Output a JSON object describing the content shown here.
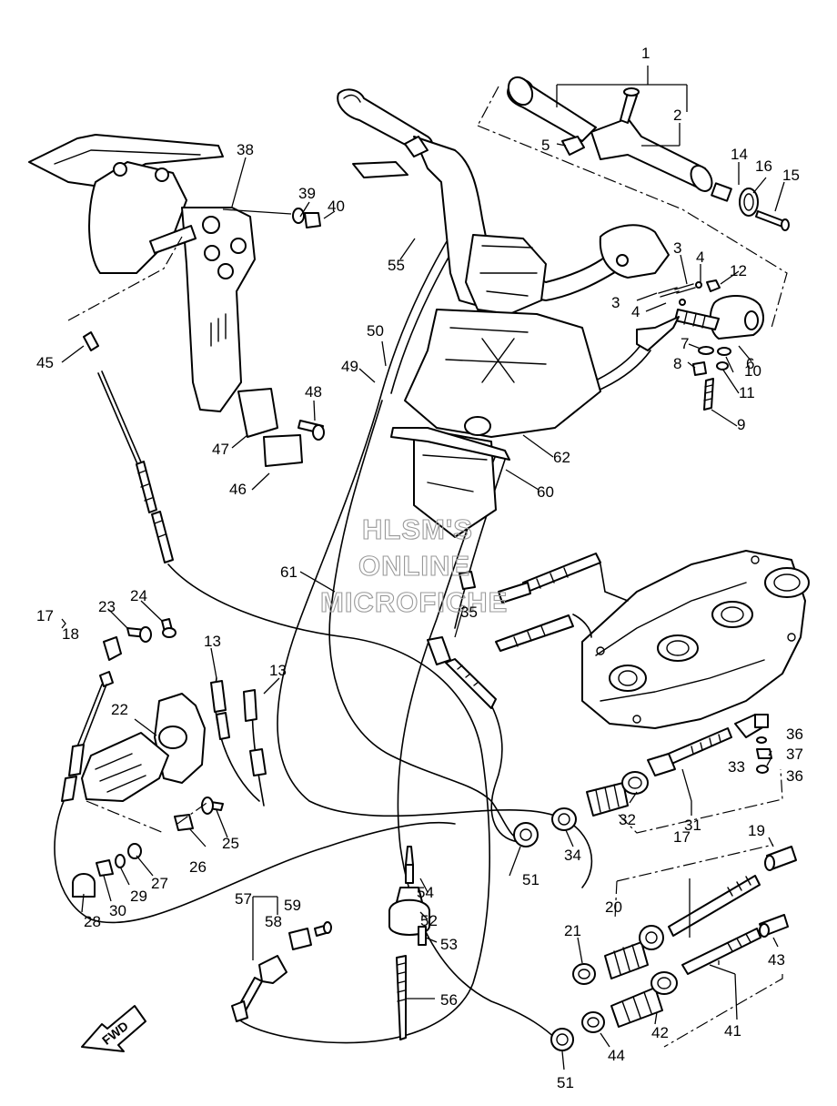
{
  "watermark": {
    "lines": [
      "HLSM'S",
      "ONLINE",
      "MICROFICHE"
    ]
  },
  "direction_label": "FWD",
  "callouts": [
    "1",
    "2",
    "3",
    "3",
    "4",
    "4",
    "5",
    "6",
    "7",
    "8",
    "9",
    "10",
    "11",
    "12",
    "13",
    "13",
    "14",
    "15",
    "16",
    "17",
    "17",
    "18",
    "19",
    "20",
    "21",
    "22",
    "23",
    "24",
    "25",
    "26",
    "27",
    "28",
    "29",
    "30",
    "31",
    "32",
    "33",
    "34",
    "35",
    "36",
    "36",
    "37",
    "38",
    "39",
    "40",
    "41",
    "42",
    "43",
    "44",
    "45",
    "46",
    "47",
    "48",
    "49",
    "50",
    "51",
    "51",
    "52",
    "53",
    "54",
    "55",
    "56",
    "57",
    "58",
    "59",
    "60",
    "61",
    "62"
  ]
}
